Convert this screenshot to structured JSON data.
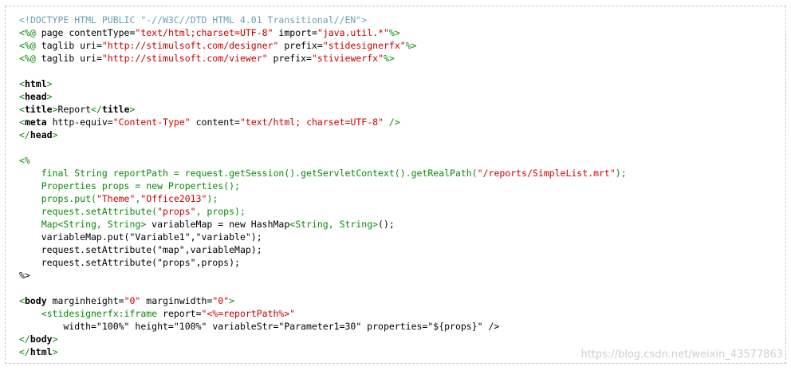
{
  "colors": {
    "doctype": "#6a9fb5",
    "directive": "#0a8a0a",
    "tag_bracket": "#0a8a0a",
    "tag_name": "#000000",
    "attribute": "#000000",
    "string": "#c80000",
    "frame_border": "#c8c8c8",
    "watermark": "#cfcfcf"
  },
  "code": {
    "lines": [
      [
        {
          "c": "doc",
          "t": "<!DOCTYPE HTML PUBLIC \"-//W3C//DTD HTML 4.01 Transitional//EN\">"
        }
      ],
      [
        {
          "c": "dir",
          "t": "<%@ "
        },
        {
          "c": "attr",
          "t": "page contentType="
        },
        {
          "c": "str",
          "t": "\"text/html;charset=UTF-8\""
        },
        {
          "c": "attr",
          "t": " import="
        },
        {
          "c": "str",
          "t": "\"java.util.*\""
        },
        {
          "c": "dir",
          "t": "%>"
        }
      ],
      [
        {
          "c": "dir",
          "t": "<%@ "
        },
        {
          "c": "attr",
          "t": "taglib uri="
        },
        {
          "c": "str",
          "t": "\"http://stimulsoft.com/designer\""
        },
        {
          "c": "attr",
          "t": " prefix="
        },
        {
          "c": "str",
          "t": "\"stidesignerfx\""
        },
        {
          "c": "dir",
          "t": "%>"
        }
      ],
      [
        {
          "c": "dir",
          "t": "<%@ "
        },
        {
          "c": "attr",
          "t": "taglib uri="
        },
        {
          "c": "str",
          "t": "\"http://stimulsoft.com/viewer\""
        },
        {
          "c": "attr",
          "t": " prefix="
        },
        {
          "c": "str",
          "t": "\"stiviewerfx\""
        },
        {
          "c": "dir",
          "t": "%>"
        }
      ],
      [],
      [
        {
          "c": "br",
          "t": "<"
        },
        {
          "c": "tag",
          "t": "html"
        },
        {
          "c": "br",
          "t": ">"
        }
      ],
      [
        {
          "c": "br",
          "t": "<"
        },
        {
          "c": "tag",
          "t": "head"
        },
        {
          "c": "br",
          "t": ">"
        }
      ],
      [
        {
          "c": "br",
          "t": "<"
        },
        {
          "c": "tag",
          "t": "title"
        },
        {
          "c": "br",
          "t": ">"
        },
        {
          "c": "plain",
          "t": "Report"
        },
        {
          "c": "br",
          "t": "</"
        },
        {
          "c": "tag",
          "t": "title"
        },
        {
          "c": "br",
          "t": ">"
        }
      ],
      [
        {
          "c": "br",
          "t": "<"
        },
        {
          "c": "tag",
          "t": "meta"
        },
        {
          "c": "attr",
          "t": " http-equiv="
        },
        {
          "c": "str",
          "t": "\"Content-Type\""
        },
        {
          "c": "attr",
          "t": " content="
        },
        {
          "c": "str",
          "t": "\"text/html; charset=UTF-8\""
        },
        {
          "c": "br",
          "t": " />"
        }
      ],
      [
        {
          "c": "br",
          "t": "</"
        },
        {
          "c": "tag",
          "t": "head"
        },
        {
          "c": "br",
          "t": ">"
        }
      ],
      [],
      [
        {
          "c": "dir",
          "t": "<%"
        }
      ],
      [
        {
          "c": "java",
          "t": "    final String reportPath = request.getSession().getServletContext().getRealPath("
        },
        {
          "c": "str",
          "t": "\"/reports/SimpleList.mrt\""
        },
        {
          "c": "java",
          "t": ");"
        }
      ],
      [
        {
          "c": "java",
          "t": "    Properties props = new Properties();"
        }
      ],
      [
        {
          "c": "java",
          "t": "    props.put("
        },
        {
          "c": "str",
          "t": "\"Theme\""
        },
        {
          "c": "java",
          "t": ","
        },
        {
          "c": "str",
          "t": "\"Office2013\""
        },
        {
          "c": "java",
          "t": ");"
        }
      ],
      [
        {
          "c": "java",
          "t": "    request.setAttribute("
        },
        {
          "c": "str",
          "t": "\"props\""
        },
        {
          "c": "java",
          "t": ", props);"
        }
      ],
      [
        {
          "c": "java",
          "t": "    Map<String, String> "
        },
        {
          "c": "jtext",
          "t": "variableMap = new HashMap"
        },
        {
          "c": "java",
          "t": "<String, String>"
        },
        {
          "c": "jtext",
          "t": "();"
        }
      ],
      [
        {
          "c": "jtext",
          "t": "    variableMap.put(\"Variable1\",\"variable\");"
        }
      ],
      [
        {
          "c": "jtext",
          "t": "    request.setAttribute(\"map\",variableMap);"
        }
      ],
      [
        {
          "c": "jtext",
          "t": "    request.setAttribute(\"props\",props);"
        }
      ],
      [
        {
          "c": "jtext",
          "t": "%>"
        }
      ],
      [],
      [
        {
          "c": "br",
          "t": "<"
        },
        {
          "c": "tag",
          "t": "body"
        },
        {
          "c": "attr",
          "t": " marginheight="
        },
        {
          "c": "str",
          "t": "\"0\""
        },
        {
          "c": "attr",
          "t": " marginwidth="
        },
        {
          "c": "str",
          "t": "\"0\""
        },
        {
          "c": "br",
          "t": ">"
        }
      ],
      [
        {
          "c": "br",
          "t": "    <"
        },
        {
          "c": "dir",
          "t": "stidesignerfx:iframe"
        },
        {
          "c": "attr",
          "t": " report="
        },
        {
          "c": "str",
          "t": "\"<%=reportPath%>\""
        }
      ],
      [
        {
          "c": "attr",
          "t": "        width=\"100%\" height=\"100%\" variableStr=\"Parameter1=30\" properties=\"${props}\" />"
        }
      ],
      [
        {
          "c": "br",
          "t": "</"
        },
        {
          "c": "tag",
          "t": "body"
        },
        {
          "c": "br",
          "t": ">"
        }
      ],
      [
        {
          "c": "br",
          "t": "</"
        },
        {
          "c": "tag",
          "t": "html"
        },
        {
          "c": "br",
          "t": ">"
        }
      ]
    ]
  },
  "watermark": {
    "text": "https://blog.csdn.net/weixin_43577863"
  }
}
